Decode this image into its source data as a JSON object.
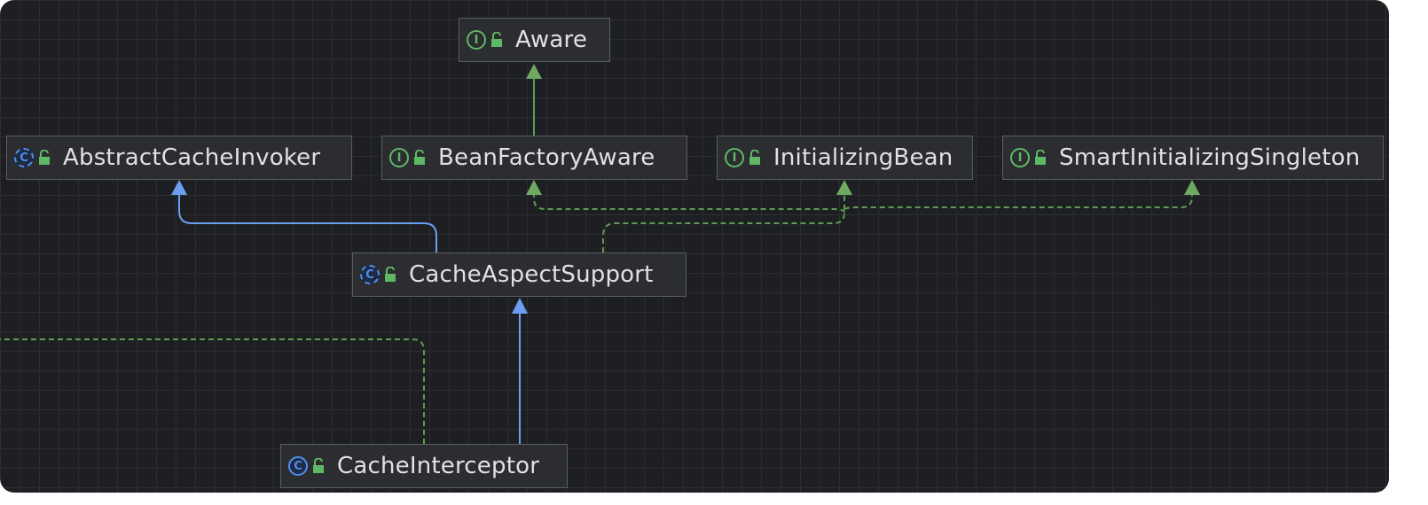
{
  "diagram": {
    "nodes": {
      "aware": {
        "name": "Aware",
        "kind": "interface"
      },
      "abstract_cache_invoker": {
        "name": "AbstractCacheInvoker",
        "kind": "abstract-class"
      },
      "bean_factory_aware": {
        "name": "BeanFactoryAware",
        "kind": "interface"
      },
      "initializing_bean": {
        "name": "InitializingBean",
        "kind": "interface"
      },
      "smart_initializing_singleton": {
        "name": "SmartInitializingSingleton",
        "kind": "interface"
      },
      "cache_aspect_support": {
        "name": "CacheAspectSupport",
        "kind": "abstract-class"
      },
      "cache_interceptor": {
        "name": "CacheInterceptor",
        "kind": "class"
      }
    },
    "edges": [
      {
        "from": "BeanFactoryAware",
        "to": "Aware",
        "type": "extends-interface"
      },
      {
        "from": "CacheAspectSupport",
        "to": "AbstractCacheInvoker",
        "type": "extends"
      },
      {
        "from": "CacheAspectSupport",
        "to": "BeanFactoryAware",
        "type": "implements"
      },
      {
        "from": "CacheAspectSupport",
        "to": "InitializingBean",
        "type": "implements"
      },
      {
        "from": "CacheAspectSupport",
        "to": "SmartInitializingSingleton",
        "type": "implements"
      },
      {
        "from": "CacheInterceptor",
        "to": "CacheAspectSupport",
        "type": "extends"
      },
      {
        "from": "CacheInterceptor",
        "to": "(off-screen)",
        "type": "implements"
      }
    ],
    "colors": {
      "background": "#1e1f22",
      "grid": "#2b2d31",
      "node_fill": "#2b2d30",
      "node_border": "#5a5d63",
      "text": "#dfe1e5",
      "extends_edge": "#6b9ef0",
      "implements_edge": "#5f9a55",
      "interface_badge": "#5fb865",
      "class_badge": "#4d8ef0"
    },
    "icons": {
      "interface": "interface-badge-icon",
      "class": "class-badge-icon",
      "abstract_class": "abstract-class-badge-icon",
      "visibility": "public-lock-icon"
    }
  }
}
